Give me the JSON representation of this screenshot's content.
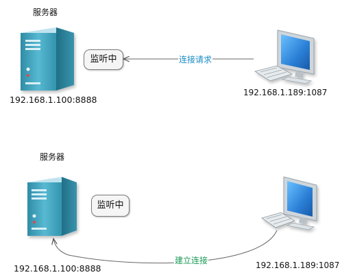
{
  "top": {
    "server_title": "服务器",
    "server_addr": "192.168.1.100:8888",
    "listen_label": "监听中",
    "client_addr": "192.168.1.189:1087",
    "edge_label": "连接请求"
  },
  "bottom": {
    "server_title": "服务器",
    "server_addr": "192.168.1.100:8888",
    "listen_label": "监听中",
    "client_addr": "192.168.1.189:1087",
    "edge_label": "建立连接"
  },
  "colors": {
    "request_label": "#1a8cc7",
    "established_label": "#1b9a55",
    "server_body": "#3f9fba",
    "monitor_screen": "#2b7fd4"
  },
  "icons": [
    "server-icon",
    "desktop-computer-icon",
    "arrow-icon"
  ]
}
